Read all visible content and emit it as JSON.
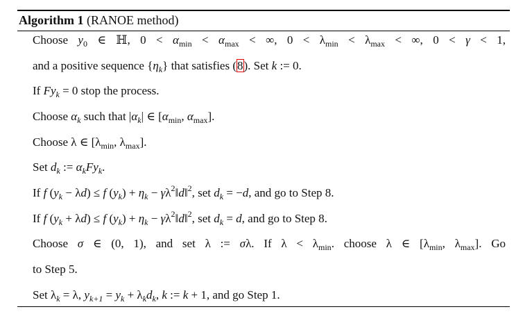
{
  "algorithm": {
    "label": "Algorithm 1",
    "name": "(RANOE method)",
    "ref_color": "#e00000",
    "lines": [
      [
        [
          "t",
          "Choose "
        ],
        [
          "i",
          "y"
        ],
        [
          "s",
          "0"
        ],
        [
          "t",
          " ∈ ℍ, 0 < "
        ],
        [
          "i",
          "α"
        ],
        [
          "s",
          "min"
        ],
        [
          "t",
          " < "
        ],
        [
          "i",
          "α"
        ],
        [
          "s",
          "max"
        ],
        [
          "t",
          " < ∞, 0 < λ"
        ],
        [
          "s",
          "min"
        ],
        [
          "t",
          " < λ"
        ],
        [
          "s",
          "max"
        ],
        [
          "t",
          " < ∞, 0 < "
        ],
        [
          "i",
          "γ"
        ],
        [
          "t",
          " < 1,"
        ]
      ],
      [
        [
          "t",
          "and a positive sequence {"
        ],
        [
          "i",
          "η"
        ],
        [
          "si",
          "k"
        ],
        [
          "t",
          "} that satisfies ("
        ],
        [
          "r",
          "8"
        ],
        [
          "t",
          "). Set "
        ],
        [
          "i",
          "k"
        ],
        [
          "t",
          " := 0."
        ]
      ],
      [
        [
          "t",
          "If "
        ],
        [
          "i",
          "Fy"
        ],
        [
          "si",
          "k"
        ],
        [
          "t",
          " = 0 stop the process."
        ]
      ],
      [
        [
          "t",
          "Choose "
        ],
        [
          "i",
          "α"
        ],
        [
          "si",
          "k"
        ],
        [
          "t",
          " such that |"
        ],
        [
          "i",
          "α"
        ],
        [
          "si",
          "k"
        ],
        [
          "t",
          "| ∈ ["
        ],
        [
          "i",
          "α"
        ],
        [
          "s",
          "min"
        ],
        [
          "t",
          ", "
        ],
        [
          "i",
          "α"
        ],
        [
          "s",
          "max"
        ],
        [
          "t",
          "]."
        ]
      ],
      [
        [
          "t",
          "Choose λ ∈ [λ"
        ],
        [
          "s",
          "min"
        ],
        [
          "t",
          ", λ"
        ],
        [
          "s",
          "max"
        ],
        [
          "t",
          "]."
        ]
      ],
      [
        [
          "t",
          "Set "
        ],
        [
          "i",
          "d"
        ],
        [
          "si",
          "k"
        ],
        [
          "t",
          " := "
        ],
        [
          "i",
          "α"
        ],
        [
          "si",
          "k"
        ],
        [
          "i",
          "Fy"
        ],
        [
          "si",
          "k"
        ],
        [
          "t",
          "."
        ]
      ],
      [
        [
          "t",
          "If "
        ],
        [
          "i",
          "f"
        ],
        [
          "t",
          " ("
        ],
        [
          "i",
          "y"
        ],
        [
          "si",
          "k"
        ],
        [
          "t",
          " − λ"
        ],
        [
          "i",
          "d"
        ],
        [
          "t",
          ") ≤ "
        ],
        [
          "i",
          "f"
        ],
        [
          "t",
          " ("
        ],
        [
          "i",
          "y"
        ],
        [
          "si",
          "k"
        ],
        [
          "t",
          ") + "
        ],
        [
          "i",
          "η"
        ],
        [
          "si",
          "k"
        ],
        [
          "t",
          " − "
        ],
        [
          "i",
          "γ"
        ],
        [
          "t",
          "λ"
        ],
        [
          "p",
          "2"
        ],
        [
          "t",
          "‖"
        ],
        [
          "i",
          "d"
        ],
        [
          "t",
          "‖"
        ],
        [
          "p",
          "2"
        ],
        [
          "t",
          ", set "
        ],
        [
          "i",
          "d"
        ],
        [
          "si",
          "k"
        ],
        [
          "t",
          " = −"
        ],
        [
          "i",
          "d"
        ],
        [
          "t",
          ", and go to Step 8."
        ]
      ],
      [
        [
          "t",
          "If "
        ],
        [
          "i",
          "f"
        ],
        [
          "t",
          " ("
        ],
        [
          "i",
          "y"
        ],
        [
          "si",
          "k"
        ],
        [
          "t",
          " + λ"
        ],
        [
          "i",
          "d"
        ],
        [
          "t",
          ") ≤ "
        ],
        [
          "i",
          "f"
        ],
        [
          "t",
          " ("
        ],
        [
          "i",
          "y"
        ],
        [
          "si",
          "k"
        ],
        [
          "t",
          ") + "
        ],
        [
          "i",
          "η"
        ],
        [
          "si",
          "k"
        ],
        [
          "t",
          " − "
        ],
        [
          "i",
          "γ"
        ],
        [
          "t",
          "λ"
        ],
        [
          "p",
          "2"
        ],
        [
          "t",
          "‖"
        ],
        [
          "i",
          "d"
        ],
        [
          "t",
          "‖"
        ],
        [
          "p",
          "2"
        ],
        [
          "t",
          ", set "
        ],
        [
          "i",
          "d"
        ],
        [
          "si",
          "k"
        ],
        [
          "t",
          " = "
        ],
        [
          "i",
          "d"
        ],
        [
          "t",
          ", and go to Step 8."
        ]
      ],
      [
        [
          "t",
          "Choose "
        ],
        [
          "i",
          "σ"
        ],
        [
          "t",
          " ∈ (0, 1), and set λ := "
        ],
        [
          "i",
          "σ"
        ],
        [
          "t",
          "λ. If λ < λ"
        ],
        [
          "s",
          "min"
        ],
        [
          "t",
          ". choose λ ∈ [λ"
        ],
        [
          "s",
          "min"
        ],
        [
          "t",
          ", λ"
        ],
        [
          "s",
          "max"
        ],
        [
          "t",
          "]. Go"
        ]
      ],
      [
        [
          "t",
          "to Step 5."
        ]
      ],
      [
        [
          "t",
          "Set λ"
        ],
        [
          "si",
          "k"
        ],
        [
          "t",
          " = λ, "
        ],
        [
          "i",
          "y"
        ],
        [
          "si",
          "k+1"
        ],
        [
          "t",
          " = "
        ],
        [
          "i",
          "y"
        ],
        [
          "si",
          "k"
        ],
        [
          "t",
          " + λ"
        ],
        [
          "si",
          "k"
        ],
        [
          "i",
          "d"
        ],
        [
          "si",
          "k"
        ],
        [
          "t",
          ", "
        ],
        [
          "i",
          "k"
        ],
        [
          "t",
          " := "
        ],
        [
          "i",
          "k"
        ],
        [
          "t",
          " + 1, and go Step 1."
        ]
      ]
    ]
  }
}
